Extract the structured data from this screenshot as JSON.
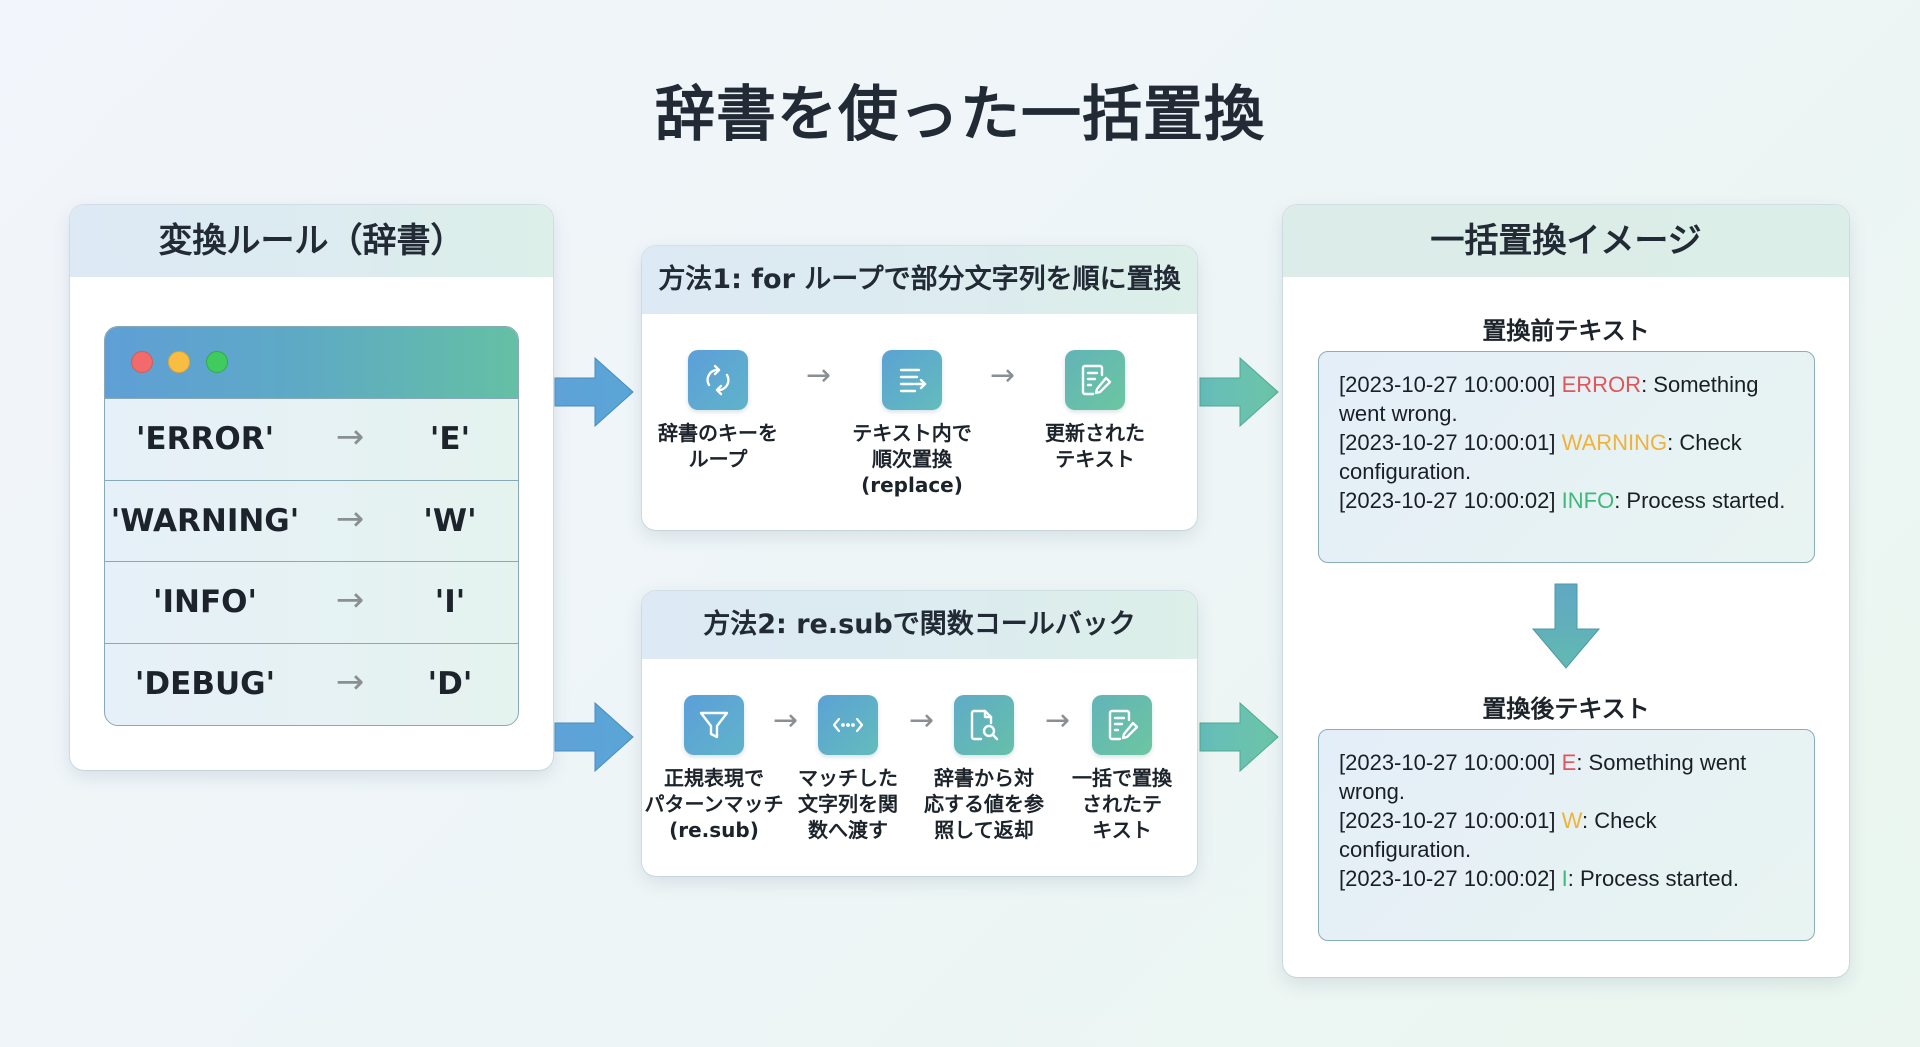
{
  "title": "辞書を使った一括置換",
  "rules_panel": {
    "title": "変換ルール（辞書）",
    "arrow": "→",
    "rules": [
      {
        "key": "'ERROR'",
        "value": "'E'"
      },
      {
        "key": "'WARNING'",
        "value": "'W'"
      },
      {
        "key": "'INFO'",
        "value": "'I'"
      },
      {
        "key": "'DEBUG'",
        "value": "'D'"
      }
    ]
  },
  "method1": {
    "title": "方法1: for ループで部分文字列を順に置換",
    "arrow": "→",
    "steps": [
      {
        "icon": "refresh-loop-icon",
        "label": "辞書のキーを\nループ"
      },
      {
        "icon": "text-replace-icon",
        "label": "テキスト内で\n順次置換\n(replace)"
      },
      {
        "icon": "edit-document-icon",
        "label": "更新された\nテキスト"
      }
    ]
  },
  "method2": {
    "title": "方法2: re.subで関数コールバック",
    "arrow": "→",
    "steps": [
      {
        "icon": "filter-funnel-icon",
        "label": "正規表現で\nパターンマッチ\n(re.sub)"
      },
      {
        "icon": "code-brackets-icon",
        "label": "マッチした\n文字列を関\n数へ渡す"
      },
      {
        "icon": "document-search-icon",
        "label": "辞書から対\n応する値を参\n照して返却"
      },
      {
        "icon": "edit-document-icon",
        "label": "一括で置換\nされたテ\nキスト"
      }
    ]
  },
  "result_panel": {
    "title": "一括置換イメージ",
    "before": {
      "title": "置換前テキスト",
      "lines": [
        {
          "prefix": "[2023-10-27 10:00:00] ",
          "level": "ERROR",
          "rest": ": Something went wrong."
        },
        {
          "prefix": "[2023-10-27 10:00:01] ",
          "level": "WARNING",
          "rest": ": Check configuration."
        },
        {
          "prefix": "[2023-10-27 10:00:02] ",
          "level": "INFO",
          "rest": ": Process started."
        }
      ]
    },
    "after": {
      "title": "置換後テキスト",
      "lines": [
        {
          "prefix": "[2023-10-27 10:00:00] ",
          "level": "E",
          "rest": ": Something went wrong."
        },
        {
          "prefix": "[2023-10-27 10:00:01] ",
          "level": "W",
          "rest": ": Check configuration."
        },
        {
          "prefix": "[2023-10-27 10:00:02] ",
          "level": "I",
          "rest": ": Process started."
        }
      ]
    }
  },
  "colors": {
    "error": "#e0565a",
    "warning": "#f0b23a",
    "info": "#3fb87a",
    "arrow_blue": "#5ba3d6",
    "arrow_teal": "#62bfa9"
  }
}
